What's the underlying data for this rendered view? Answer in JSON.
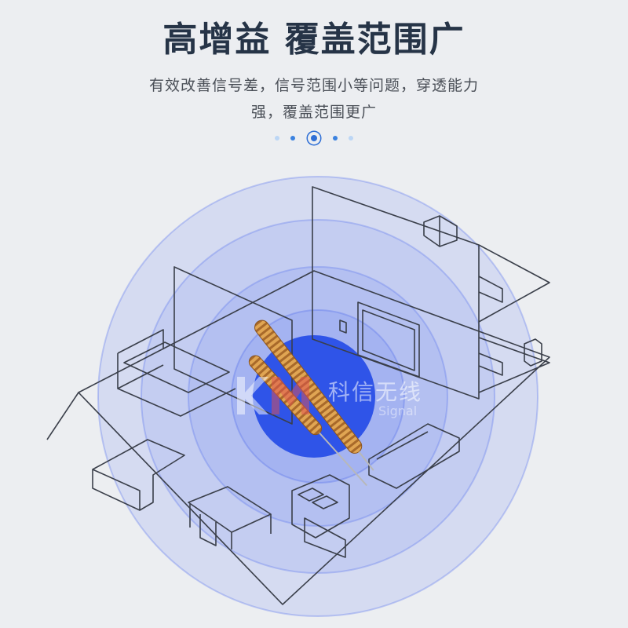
{
  "header": {
    "title": "高增益 覆盖范围广",
    "subtitle_line1": "有效改善信号差，信号范围小等问题，穿透能力",
    "subtitle_line2": "强，覆盖范围更广"
  },
  "carousel": {
    "dots": 5,
    "active_index": 2
  },
  "watermark": {
    "brand_cn": "科信无线",
    "brand_en": "Signal"
  },
  "colors": {
    "title": "#263447",
    "accent": "#2f6fd6",
    "signal_core": "#2f54e8",
    "antenna_coil": "#c98a3a"
  }
}
